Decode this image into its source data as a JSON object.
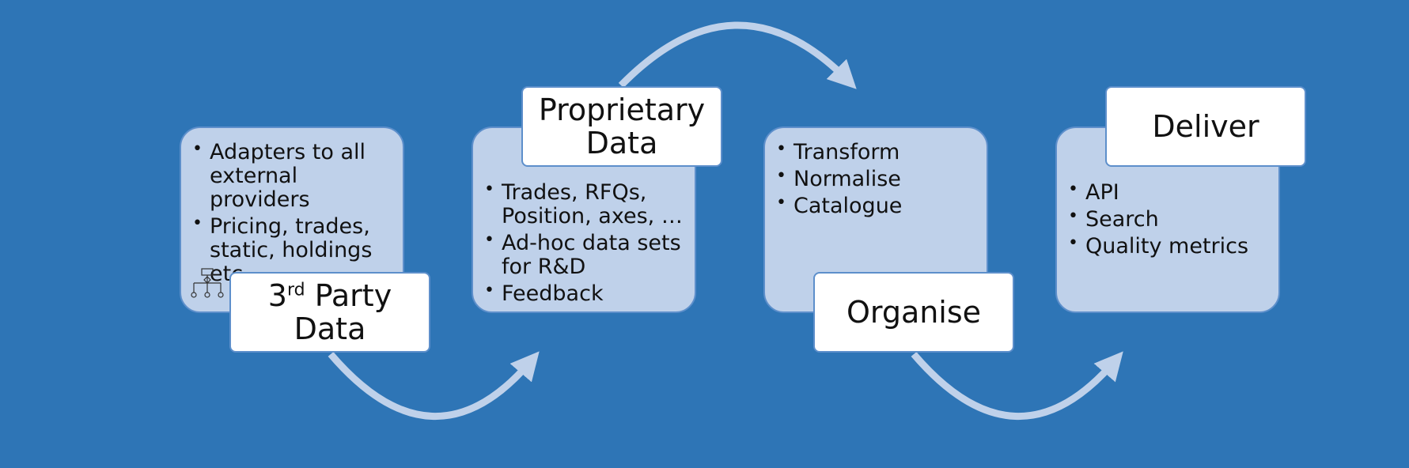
{
  "steps": [
    {
      "title_main": "Party",
      "title_ordinal": "3",
      "title_suffix": "rd",
      "title_line2": "Data",
      "bullets": [
        "Adapters to all external providers",
        "Pricing, trades, static, holdings etc"
      ]
    },
    {
      "title_line1": "Proprietary",
      "title_line2": "Data",
      "bullets": [
        "Trades, RFQs, Position, axes, …",
        "Ad-hoc data sets for R&D",
        "Feedback"
      ]
    },
    {
      "title": "Organise",
      "bullets": [
        "Transform",
        "Normalise",
        "Catalogue"
      ]
    },
    {
      "title": "Deliver",
      "bullets": [
        "API",
        "Search",
        "Quality metrics"
      ]
    }
  ],
  "icons": {
    "hierarchy": "org-chart-icon"
  },
  "colors": {
    "background": "#2e75b6",
    "panel": "#bfd1ea",
    "panel_border": "#5d8fcb",
    "arrow": "#bfd1ea",
    "title_box": "#ffffff"
  }
}
